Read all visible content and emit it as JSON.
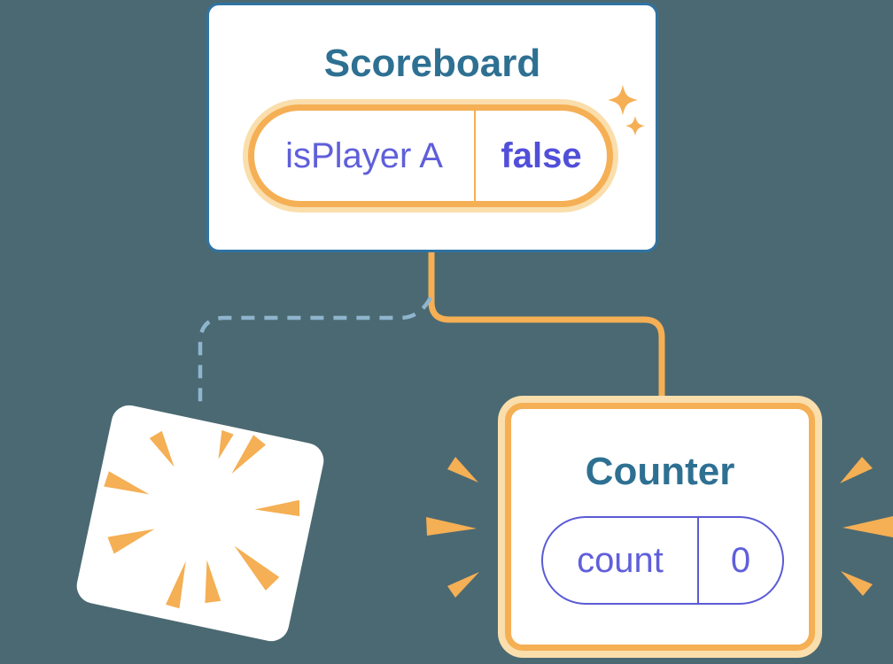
{
  "scoreboard": {
    "title": "Scoreboard",
    "state": {
      "name": "isPlayer A",
      "value": "false"
    }
  },
  "counter": {
    "title": "Counter",
    "state": {
      "name": "count",
      "value": "0"
    }
  },
  "connectors": {
    "solid_branch": "scoreboard-to-counter",
    "dashed_branch": "scoreboard-to-destroyed-card"
  },
  "icons": {
    "sparkles": "sparkles-icon",
    "burst": "burst-icon",
    "emphasis_left": "emphasis-marks-left-icon",
    "emphasis_right": "emphasis-marks-right-icon"
  },
  "colors": {
    "background": "#4B6972",
    "accent_orange": "#F5AF54",
    "orange_glow": "#FADEAC",
    "state_purple": "#5F5FDB",
    "state_value_purple": "#514FD9",
    "title_teal": "#2E7092",
    "card_border_blue": "#2F73A3",
    "dashed_line_blue": "#8FB5CE",
    "card_white": "#FFFFFF"
  }
}
